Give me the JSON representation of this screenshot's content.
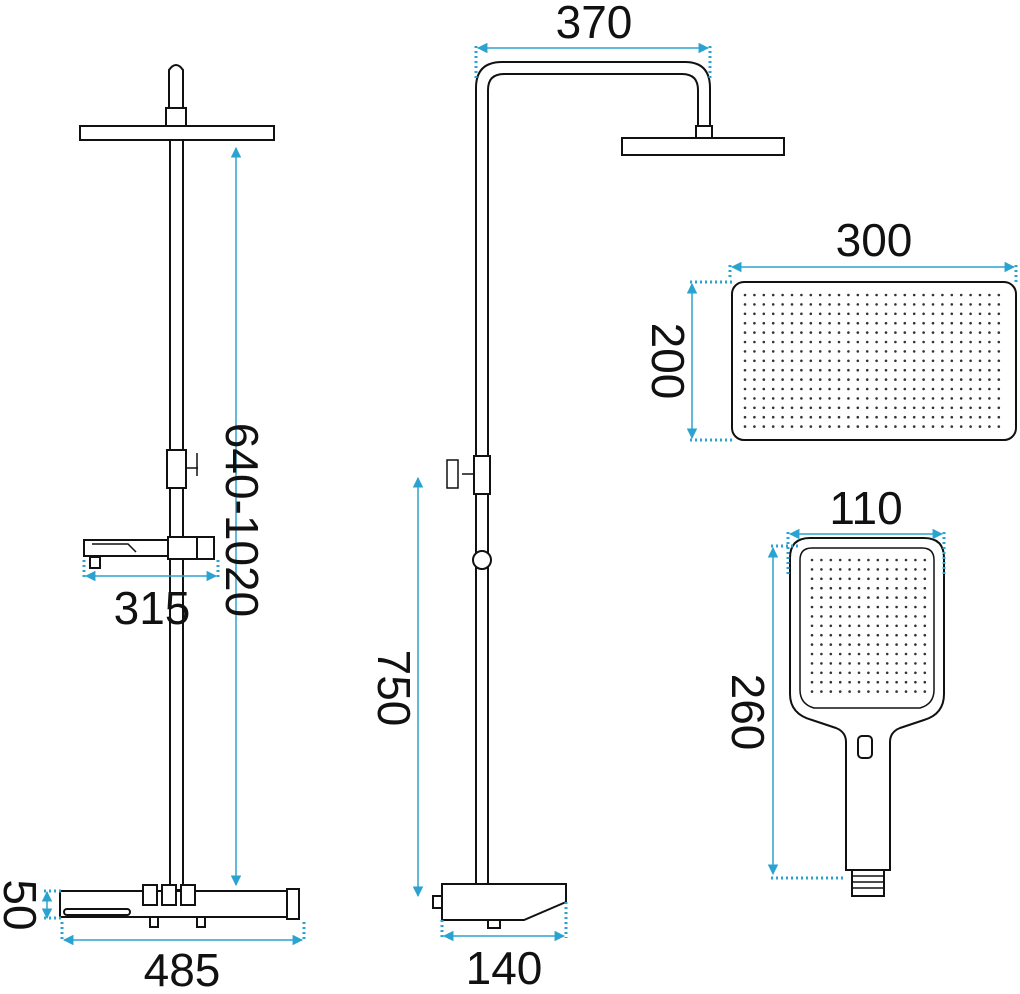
{
  "dimensions": {
    "rail_height": "640-1020",
    "soap_dish_width": "315",
    "thermostat_height": "50",
    "thermostat_width": "485",
    "arm_reach": "370",
    "outlet_height": "750",
    "spout_depth": "140",
    "head_width": "300",
    "head_depth": "200",
    "hand_width": "110",
    "hand_length": "260"
  },
  "colors": {
    "dimension_line": "#2aa3d0",
    "outline": "#111111"
  }
}
